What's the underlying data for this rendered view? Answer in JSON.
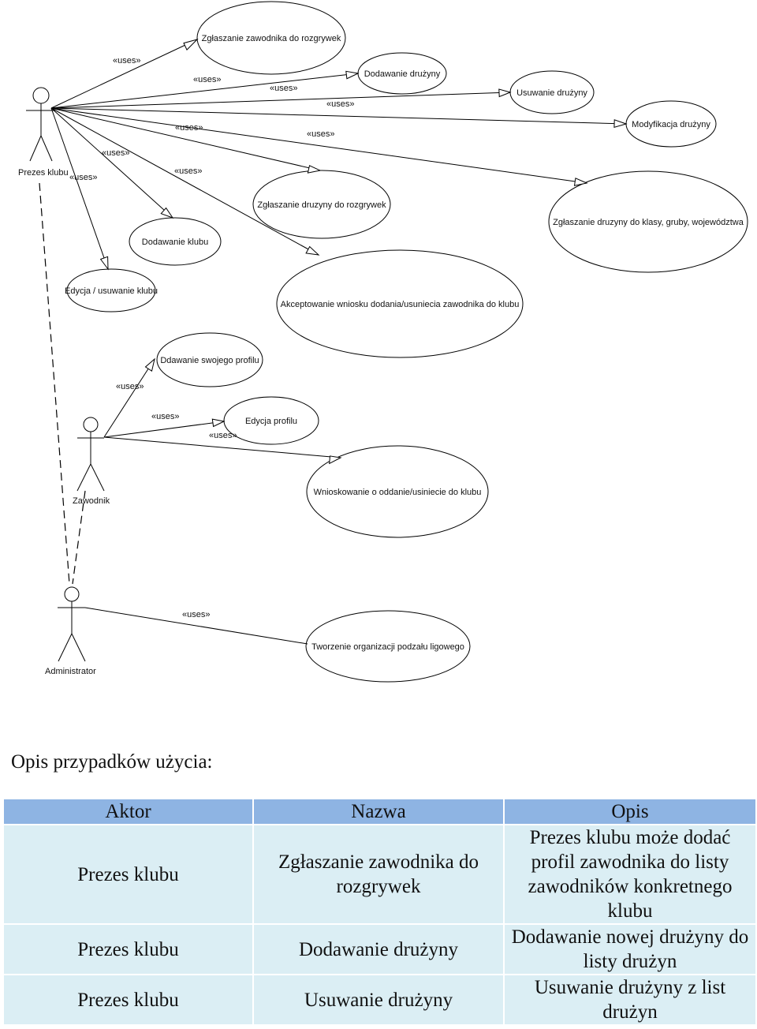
{
  "actors": {
    "prezes": "Prezes klubu",
    "zawodnik": "Zawodnik",
    "administrator": "Administrator"
  },
  "use_cases": {
    "zglaszanie_zawodnika": "Zgłaszanie zawodnika do rozgrywek",
    "dodawanie_druzyny": "Dodawanie drużyny",
    "usuwanie_druzyny": "Usuwanie drużyny",
    "modyfikacja_druzyny": "Modyfikacja drużyny",
    "zglaszanie_druzyny_rozgrywek": "Zgłaszanie druzyny do rozgrywek",
    "zglaszanie_druzyny_klasy": "Zgłaszanie druzyny do klasy, gruby, województwa",
    "dodawanie_klubu": "Dodawanie klubu",
    "edycja_usuwanie_klubu": "Edycja / usuwanie klubu",
    "akceptowanie_wniosku": "Akceptowanie wniosku dodania/usuniecia zawodnika do klubu",
    "dodawanie_profilu": "Ddawanie swojego profilu",
    "edycja_profilu": "Edycja profilu",
    "wnioskowanie": "Wnioskowanie o oddanie/usiniecie do klubu",
    "tworzenie_organizacji": "Tworzenie organizacji podzału ligowego"
  },
  "uses_label": "«uses»",
  "section_title": "Opis przypadków użycia:",
  "table": {
    "headers": {
      "aktor": "Aktor",
      "nazwa": "Nazwa",
      "opis": "Opis"
    },
    "rows": [
      {
        "aktor": "Prezes klubu",
        "nazwa": "Zgłaszanie zawodnika do rozgrywek",
        "opis": "Prezes klubu może dodać profil zawodnika do listy zawodników konkretnego klubu"
      },
      {
        "aktor": "Prezes klubu",
        "nazwa": "Dodawanie drużyny",
        "opis": "Dodawanie nowej drużyny do listy drużyn"
      },
      {
        "aktor": "Prezes klubu",
        "nazwa": "Usuwanie drużyny",
        "opis": "Usuwanie drużyny z list drużyn"
      }
    ]
  }
}
